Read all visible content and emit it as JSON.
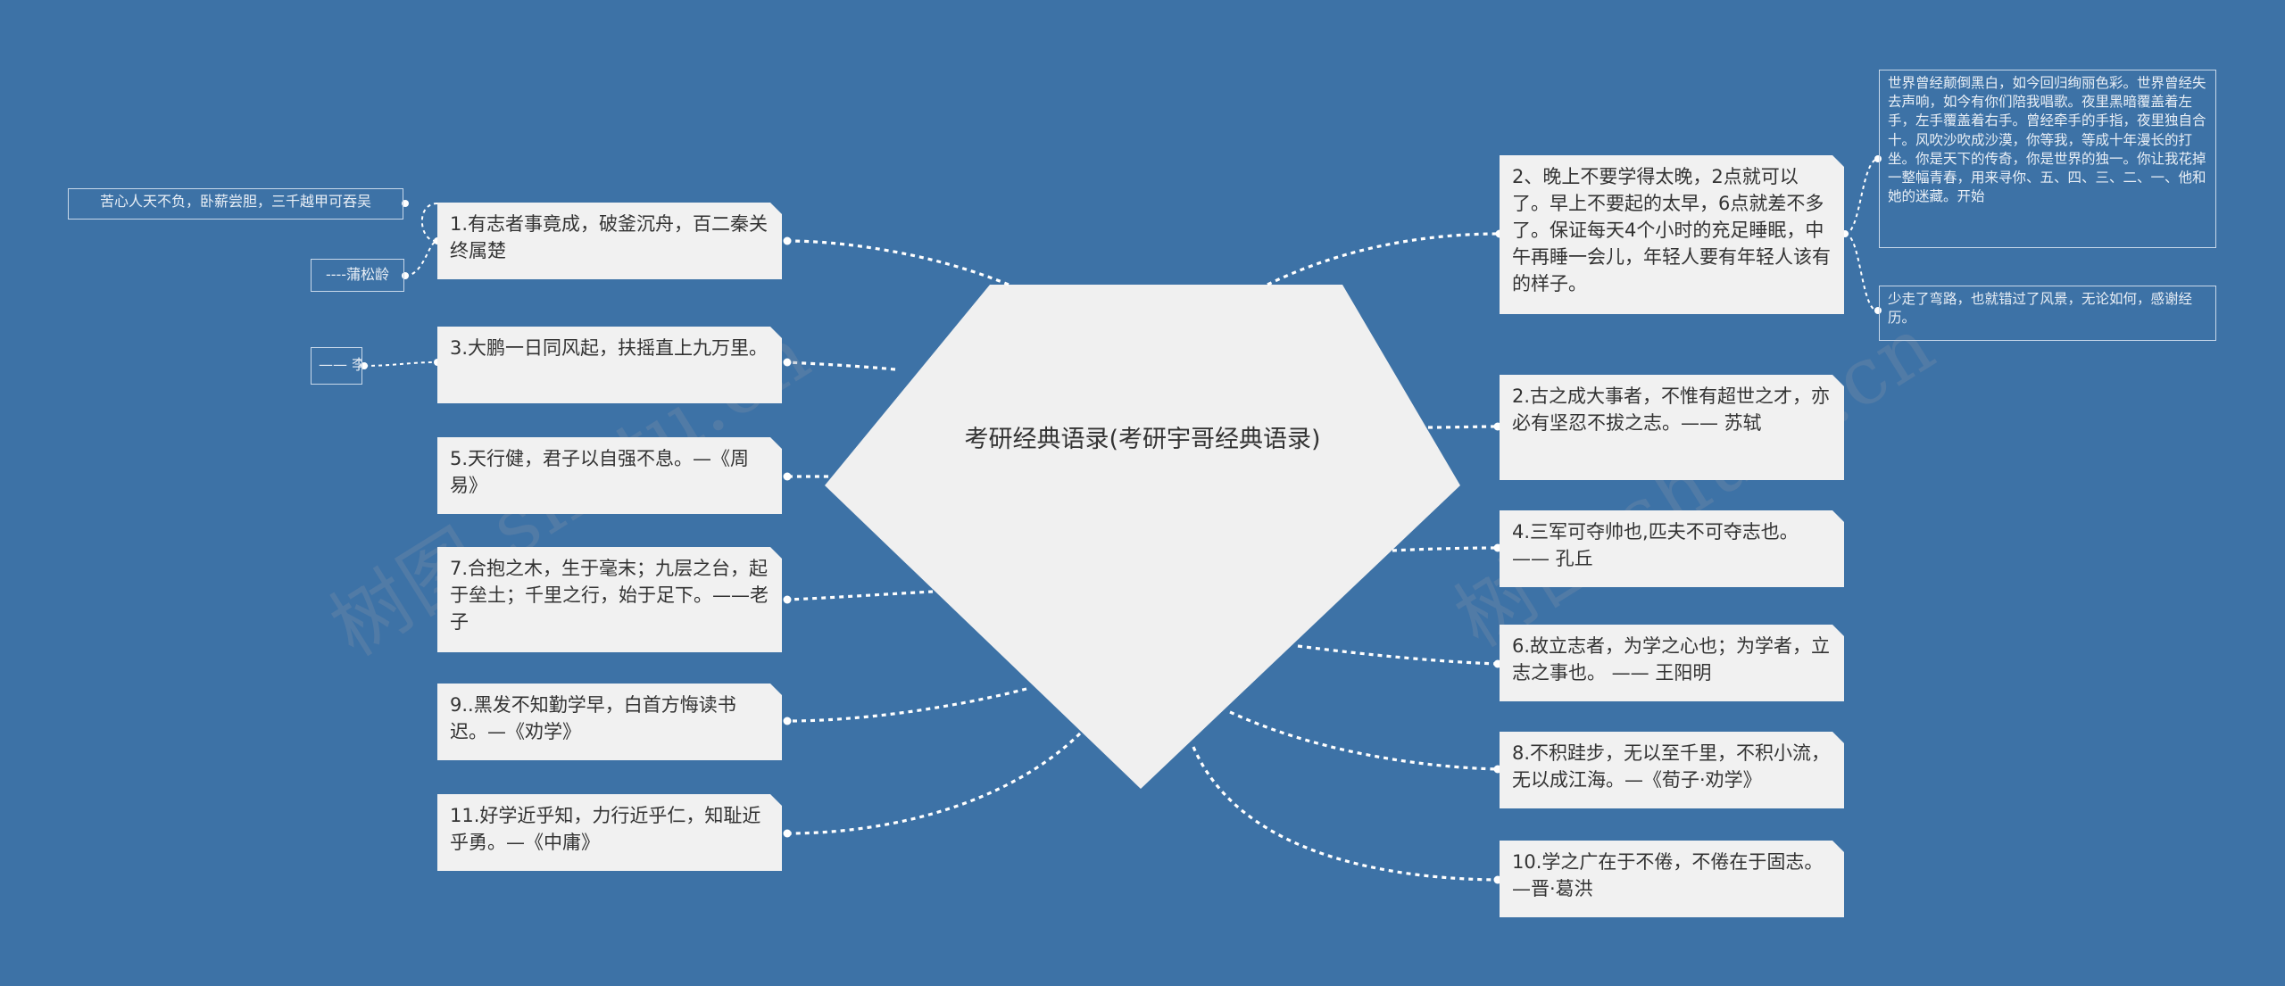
{
  "center": {
    "title": "考研经典语录(考研宇哥经典语录)"
  },
  "left_nodes": [
    {
      "text": "1.有志者事竟成，破釜沉舟，百二秦关终属楚"
    },
    {
      "text": "3.大鹏一日同风起，扶摇直上九万里。"
    },
    {
      "text": "5.天行健，君子以自强不息。—《周易》"
    },
    {
      "text": "7.合抱之木，生于毫末；九层之台，起于垒土；千里之行，始于足下。——老子"
    },
    {
      "text": "9..黑发不知勤学早，白首方悔读书迟。—《劝学》"
    },
    {
      "text": "11.好学近乎知，力行近乎仁，知耻近乎勇。—《中庸》"
    }
  ],
  "right_nodes": [
    {
      "text": "2、晚上不要学得太晚，2点就可以了。早上不要起的太早，6点就差不多了。保证每天4个小时的充足睡眠，中午再睡一会儿，年轻人要有年轻人该有的样子。"
    },
    {
      "text": "2.古之成大事者，不惟有超世之才，亦必有坚忍不拔之志。—— 苏轼"
    },
    {
      "text": "4.三军可夺帅也,匹夫不可夺志也。—— 孔丘"
    },
    {
      "text": "6.故立志者，为学之心也；为学者，立志之事也。 —— 王阳明"
    },
    {
      "text": "8.不积跬步，无以至千里，不积小流，无以成江海。—《荀子·劝学》"
    },
    {
      "text": "10.学之广在于不倦，不倦在于固志。—晋·葛洪"
    }
  ],
  "left_leaves": [
    {
      "text": "苦心人天不负，卧薪尝胆，三千越甲可吞吴"
    },
    {
      "text": "----蒲松龄"
    },
    {
      "text": "—— 李白"
    }
  ],
  "right_leaves": [
    {
      "text": "世界曾经颠倒黑白，如今回归绚丽色彩。世界曾经失去声响，如今有你们陪我唱歌。夜里黑暗覆盖着左手，左手覆盖着右手。曾经牵手的手指，夜里独自合十。风吹沙吹成沙漠，你等我，等成十年漫长的打坐。你是天下的传奇，你是世界的独一。你让我花掉一整幅青春，用来寻你、五、四、三、二、一、他和她的迷藏。开始"
    },
    {
      "text": "少走了弯路，也就错过了风景，无论如何，感谢经历。"
    }
  ],
  "watermarks": [
    "树图 shutu.cn",
    "树图 shutu.cn"
  ],
  "colors": {
    "background": "#3d72a6",
    "node_fill": "#f1f1f1",
    "connector": "#ffffff"
  }
}
